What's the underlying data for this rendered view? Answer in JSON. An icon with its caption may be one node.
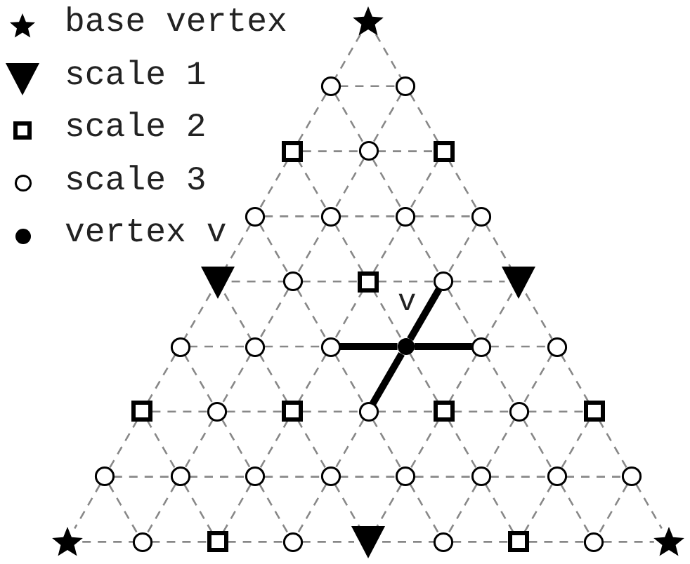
{
  "diagram": {
    "nodes": [
      {
        "text": [],
        "shape": "star"
      },
      {
        "text": [],
        "shape": "circle"
      },
      {
        "text": [],
        "shape": "circle"
      },
      {
        "text": [],
        "shape": "square"
      },
      {
        "text": [],
        "shape": "circle"
      },
      {
        "text": [],
        "shape": "square"
      },
      {
        "text": [],
        "shape": "circle"
      },
      {
        "text": [],
        "shape": "circle"
      },
      {
        "text": [],
        "shape": "circle"
      },
      {
        "text": [],
        "shape": "circle"
      },
      {
        "text": [],
        "shape": "triangle"
      },
      {
        "text": [],
        "shape": "circle"
      },
      {
        "text": [],
        "shape": "square"
      },
      {
        "text": [],
        "shape": "circle"
      },
      {
        "text": [],
        "shape": "triangle"
      },
      {
        "text": [],
        "shape": "circle"
      },
      {
        "text": [],
        "shape": "circle"
      },
      {
        "text": [],
        "shape": "circle"
      },
      {
        "text": [],
        "shape": "dot"
      },
      {
        "text": [],
        "shape": "circle"
      },
      {
        "text": [],
        "shape": "circle"
      },
      {
        "text": [],
        "shape": "square"
      },
      {
        "text": [],
        "shape": "circle"
      },
      {
        "text": [],
        "shape": "square"
      },
      {
        "text": [],
        "shape": "circle"
      },
      {
        "text": [],
        "shape": "square"
      },
      {
        "text": [],
        "shape": "circle"
      },
      {
        "text": [],
        "shape": "square"
      },
      {
        "text": [],
        "shape": "circle"
      },
      {
        "text": [],
        "shape": "circle"
      },
      {
        "text": [],
        "shape": "circle"
      },
      {
        "text": [],
        "shape": "circle"
      },
      {
        "text": [],
        "shape": "circle"
      },
      {
        "text": [],
        "shape": "circle"
      },
      {
        "text": [],
        "shape": "circle"
      },
      {
        "text": [],
        "shape": "circle"
      },
      {
        "text": [],
        "shape": "star"
      },
      {
        "text": [],
        "shape": "circle"
      },
      {
        "text": [],
        "shape": "square"
      },
      {
        "text": [],
        "shape": "circle"
      },
      {
        "text": [],
        "shape": "triangle"
      },
      {
        "text": [],
        "shape": "circle"
      },
      {
        "text": [],
        "shape": "square"
      },
      {
        "text": [],
        "shape": "circle"
      },
      {
        "text": [],
        "shape": "star"
      }
    ],
    "edges": [
      {
        "from": 0,
        "to": 1,
        "arrow": "none",
        "style": "dashed"
      },
      {
        "from": 0,
        "to": 2,
        "arrow": "none",
        "style": "dashed"
      },
      {
        "from": 1,
        "to": 2,
        "arrow": "none",
        "style": "dashed"
      },
      {
        "from": 1,
        "to": 3,
        "arrow": "none",
        "style": "dashed"
      },
      {
        "from": 1,
        "to": 4,
        "arrow": "none",
        "style": "dashed"
      },
      {
        "from": 2,
        "to": 4,
        "arrow": "none",
        "style": "dashed"
      },
      {
        "from": 2,
        "to": 5,
        "arrow": "none",
        "style": "dashed"
      },
      {
        "from": 3,
        "to": 4,
        "arrow": "none",
        "style": "dashed"
      },
      {
        "from": 3,
        "to": 6,
        "arrow": "none",
        "style": "dashed"
      },
      {
        "from": 3,
        "to": 7,
        "arrow": "none",
        "style": "dashed"
      },
      {
        "from": 4,
        "to": 5,
        "arrow": "none",
        "style": "dashed"
      },
      {
        "from": 4,
        "to": 7,
        "arrow": "none",
        "style": "dashed"
      },
      {
        "from": 4,
        "to": 8,
        "arrow": "none",
        "style": "dashed"
      },
      {
        "from": 5,
        "to": 8,
        "arrow": "none",
        "style": "dashed"
      },
      {
        "from": 5,
        "to": 9,
        "arrow": "none",
        "style": "dashed"
      },
      {
        "from": 6,
        "to": 7,
        "arrow": "none",
        "style": "dashed"
      },
      {
        "from": 6,
        "to": 10,
        "arrow": "none",
        "style": "dashed"
      },
      {
        "from": 6,
        "to": 11,
        "arrow": "none",
        "style": "dashed"
      },
      {
        "from": 7,
        "to": 8,
        "arrow": "none",
        "style": "dashed"
      },
      {
        "from": 7,
        "to": 11,
        "arrow": "none",
        "style": "dashed"
      },
      {
        "from": 7,
        "to": 12,
        "arrow": "none",
        "style": "dashed"
      },
      {
        "from": 8,
        "to": 9,
        "arrow": "none",
        "style": "dashed"
      },
      {
        "from": 8,
        "to": 12,
        "arrow": "none",
        "style": "dashed"
      },
      {
        "from": 8,
        "to": 13,
        "arrow": "none",
        "style": "dashed"
      },
      {
        "from": 9,
        "to": 13,
        "arrow": "none",
        "style": "dashed"
      },
      {
        "from": 9,
        "to": 14,
        "arrow": "none",
        "style": "dashed"
      },
      {
        "from": 10,
        "to": 11,
        "arrow": "none",
        "style": "dashed"
      },
      {
        "from": 10,
        "to": 15,
        "arrow": "none",
        "style": "dashed"
      },
      {
        "from": 10,
        "to": 16,
        "arrow": "none",
        "style": "dashed"
      },
      {
        "from": 11,
        "to": 12,
        "arrow": "none",
        "style": "dashed"
      },
      {
        "from": 11,
        "to": 16,
        "arrow": "none",
        "style": "dashed"
      },
      {
        "from": 11,
        "to": 17,
        "arrow": "none",
        "style": "dashed"
      },
      {
        "from": 12,
        "to": 13,
        "arrow": "none",
        "style": "dashed"
      },
      {
        "from": 12,
        "to": 17,
        "arrow": "none",
        "style": "dashed"
      },
      {
        "from": 12,
        "to": 18,
        "arrow": "none",
        "style": "dashed"
      },
      {
        "from": 13,
        "to": 14,
        "arrow": "none",
        "style": "dashed"
      },
      {
        "from": 13,
        "to": 18,
        "arrow": "none",
        "style": "thick",
        "color": "#000000"
      },
      {
        "from": 13,
        "to": 19,
        "arrow": "none",
        "style": "dashed"
      },
      {
        "from": 14,
        "to": 19,
        "arrow": "none",
        "style": "dashed"
      },
      {
        "from": 14,
        "to": 20,
        "arrow": "none",
        "style": "dashed"
      },
      {
        "from": 15,
        "to": 16,
        "arrow": "none",
        "style": "dashed"
      },
      {
        "from": 15,
        "to": 21,
        "arrow": "none",
        "style": "dashed"
      },
      {
        "from": 15,
        "to": 22,
        "arrow": "none",
        "style": "dashed"
      },
      {
        "from": 16,
        "to": 17,
        "arrow": "none",
        "style": "dashed"
      },
      {
        "from": 16,
        "to": 22,
        "arrow": "none",
        "style": "dashed"
      },
      {
        "from": 16,
        "to": 23,
        "arrow": "none",
        "style": "dashed"
      },
      {
        "from": 17,
        "to": 18,
        "arrow": "none",
        "style": "thick",
        "color": "#000000"
      },
      {
        "from": 17,
        "to": 23,
        "arrow": "none",
        "style": "dashed"
      },
      {
        "from": 17,
        "to": 24,
        "arrow": "none",
        "style": "dashed"
      },
      {
        "from": 18,
        "to": 19,
        "arrow": "none",
        "style": "thick",
        "color": "#000000"
      },
      {
        "from": 18,
        "to": 24,
        "arrow": "none",
        "style": "thick",
        "color": "#000000"
      },
      {
        "from": 18,
        "to": 25,
        "arrow": "none",
        "style": "dashed"
      },
      {
        "from": 19,
        "to": 20,
        "arrow": "none",
        "style": "dashed"
      },
      {
        "from": 19,
        "to": 25,
        "arrow": "none",
        "style": "dashed"
      },
      {
        "from": 19,
        "to": 26,
        "arrow": "none",
        "style": "dashed"
      },
      {
        "from": 20,
        "to": 26,
        "arrow": "none",
        "style": "dashed"
      },
      {
        "from": 20,
        "to": 27,
        "arrow": "none",
        "style": "dashed"
      },
      {
        "from": 21,
        "to": 22,
        "arrow": "none",
        "style": "dashed"
      },
      {
        "from": 21,
        "to": 28,
        "arrow": "none",
        "style": "dashed"
      },
      {
        "from": 21,
        "to": 29,
        "arrow": "none",
        "style": "dashed"
      },
      {
        "from": 22,
        "to": 23,
        "arrow": "none",
        "style": "dashed"
      },
      {
        "from": 22,
        "to": 29,
        "arrow": "none",
        "style": "dashed"
      },
      {
        "from": 22,
        "to": 30,
        "arrow": "none",
        "style": "dashed"
      },
      {
        "from": 23,
        "to": 24,
        "arrow": "none",
        "style": "dashed"
      },
      {
        "from": 23,
        "to": 30,
        "arrow": "none",
        "style": "dashed"
      },
      {
        "from": 23,
        "to": 31,
        "arrow": "none",
        "style": "dashed"
      },
      {
        "from": 24,
        "to": 25,
        "arrow": "none",
        "style": "dashed"
      },
      {
        "from": 24,
        "to": 31,
        "arrow": "none",
        "style": "dashed"
      },
      {
        "from": 24,
        "to": 32,
        "arrow": "none",
        "style": "dashed"
      },
      {
        "from": 25,
        "to": 26,
        "arrow": "none",
        "style": "dashed"
      },
      {
        "from": 25,
        "to": 32,
        "arrow": "none",
        "style": "dashed"
      },
      {
        "from": 25,
        "to": 33,
        "arrow": "none",
        "style": "dashed"
      },
      {
        "from": 26,
        "to": 27,
        "arrow": "none",
        "style": "dashed"
      },
      {
        "from": 26,
        "to": 33,
        "arrow": "none",
        "style": "dashed"
      },
      {
        "from": 26,
        "to": 34,
        "arrow": "none",
        "style": "dashed"
      },
      {
        "from": 27,
        "to": 34,
        "arrow": "none",
        "style": "dashed"
      },
      {
        "from": 27,
        "to": 35,
        "arrow": "none",
        "style": "dashed"
      },
      {
        "from": 28,
        "to": 29,
        "arrow": "none",
        "style": "dashed"
      },
      {
        "from": 28,
        "to": 36,
        "arrow": "none",
        "style": "dashed"
      },
      {
        "from": 28,
        "to": 37,
        "arrow": "none",
        "style": "dashed"
      },
      {
        "from": 29,
        "to": 30,
        "arrow": "none",
        "style": "dashed"
      },
      {
        "from": 29,
        "to": 37,
        "arrow": "none",
        "style": "dashed"
      },
      {
        "from": 29,
        "to": 38,
        "arrow": "none",
        "style": "dashed"
      },
      {
        "from": 30,
        "to": 31,
        "arrow": "none",
        "style": "dashed"
      },
      {
        "from": 30,
        "to": 38,
        "arrow": "none",
        "style": "dashed"
      },
      {
        "from": 30,
        "to": 39,
        "arrow": "none",
        "style": "dashed"
      },
      {
        "from": 31,
        "to": 32,
        "arrow": "none",
        "style": "dashed"
      },
      {
        "from": 31,
        "to": 39,
        "arrow": "none",
        "style": "dashed"
      },
      {
        "from": 31,
        "to": 40,
        "arrow": "none",
        "style": "dashed"
      },
      {
        "from": 32,
        "to": 33,
        "arrow": "none",
        "style": "dashed"
      },
      {
        "from": 32,
        "to": 40,
        "arrow": "none",
        "style": "dashed"
      },
      {
        "from": 32,
        "to": 41,
        "arrow": "none",
        "style": "dashed"
      },
      {
        "from": 33,
        "to": 34,
        "arrow": "none",
        "style": "dashed"
      },
      {
        "from": 33,
        "to": 41,
        "arrow": "none",
        "style": "dashed"
      },
      {
        "from": 33,
        "to": 42,
        "arrow": "none",
        "style": "dashed"
      },
      {
        "from": 34,
        "to": 35,
        "arrow": "none",
        "style": "dashed"
      },
      {
        "from": 34,
        "to": 42,
        "arrow": "none",
        "style": "dashed"
      },
      {
        "from": 34,
        "to": 43,
        "arrow": "none",
        "style": "dashed"
      },
      {
        "from": 35,
        "to": 43,
        "arrow": "none",
        "style": "dashed"
      },
      {
        "from": 35,
        "to": 44,
        "arrow": "none",
        "style": "dashed"
      },
      {
        "from": 36,
        "to": 37,
        "arrow": "none",
        "style": "dashed"
      },
      {
        "from": 37,
        "to": 38,
        "arrow": "none",
        "style": "dashed"
      },
      {
        "from": 38,
        "to": 39,
        "arrow": "none",
        "style": "dashed"
      },
      {
        "from": 39,
        "to": 40,
        "arrow": "none",
        "style": "dashed"
      },
      {
        "from": 40,
        "to": 41,
        "arrow": "none",
        "style": "dashed"
      },
      {
        "from": 41,
        "to": 42,
        "arrow": "none",
        "style": "dashed"
      },
      {
        "from": 42,
        "to": 43,
        "arrow": "none",
        "style": "dashed"
      },
      {
        "from": 43,
        "to": 44,
        "arrow": "none",
        "style": "dashed"
      }
    ],
    "labels": [
      "v"
    ],
    "legend": [
      {
        "text": "base vertex"
      },
      {
        "text": "scale 1"
      },
      {
        "text": "scale 2"
      },
      {
        "text": "scale 3"
      },
      {
        "text": "vertex v"
      }
    ]
  }
}
